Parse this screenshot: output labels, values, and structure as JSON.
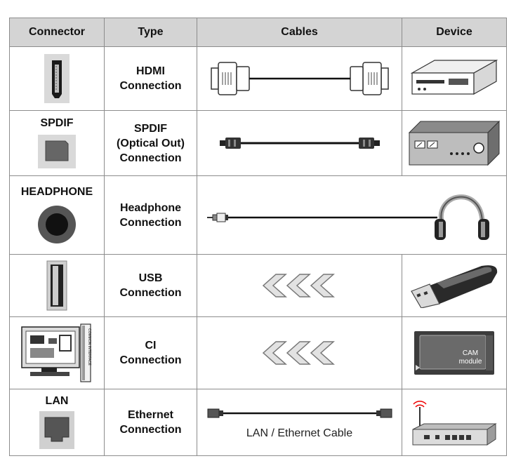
{
  "headers": [
    "Connector",
    "Type",
    "Cables",
    "Device"
  ],
  "rows": [
    {
      "connector_label": "",
      "type_lines": [
        "HDMI",
        "Connection"
      ],
      "cable_label": ""
    },
    {
      "connector_label": "SPDIF",
      "type_lines": [
        "SPDIF",
        "(Optical Out)",
        "Connection"
      ],
      "cable_label": ""
    },
    {
      "connector_label": "HEADPHONE",
      "type_lines": [
        "Headphone",
        "Connection"
      ],
      "cable_label": ""
    },
    {
      "connector_label": "",
      "type_lines": [
        "USB",
        "Connection"
      ],
      "cable_label": ""
    },
    {
      "connector_label": "",
      "type_lines": [
        "CI",
        "Connection"
      ],
      "cable_label": "",
      "device_text": [
        "CAM",
        "module"
      ],
      "tv_side_text": "COMMON INTERFACE"
    },
    {
      "connector_label": "LAN",
      "type_lines": [
        "Ethernet",
        "Connection"
      ],
      "cable_label": "LAN / Ethernet Cable"
    }
  ],
  "icons": {
    "row0": {
      "connector": "hdmi-port-icon",
      "cable": "hdmi-cable-icon",
      "device": "dvd-player-icon"
    },
    "row1": {
      "connector": "optical-port-icon",
      "cable": "optical-cable-icon",
      "device": "audio-receiver-icon"
    },
    "row2": {
      "connector": "headphone-jack-icon",
      "cable": "headphone-cable-icon"
    },
    "row3": {
      "connector": "usb-port-icon",
      "cable": "chevron-arrows-icon",
      "device": "usb-stick-icon"
    },
    "row4": {
      "connector": "tv-rear-ci-slot-icon",
      "cable": "chevron-arrows-icon",
      "device": "cam-module-icon"
    },
    "row5": {
      "connector": "ethernet-port-icon",
      "cable": "ethernet-cable-icon",
      "device": "router-icon"
    }
  }
}
